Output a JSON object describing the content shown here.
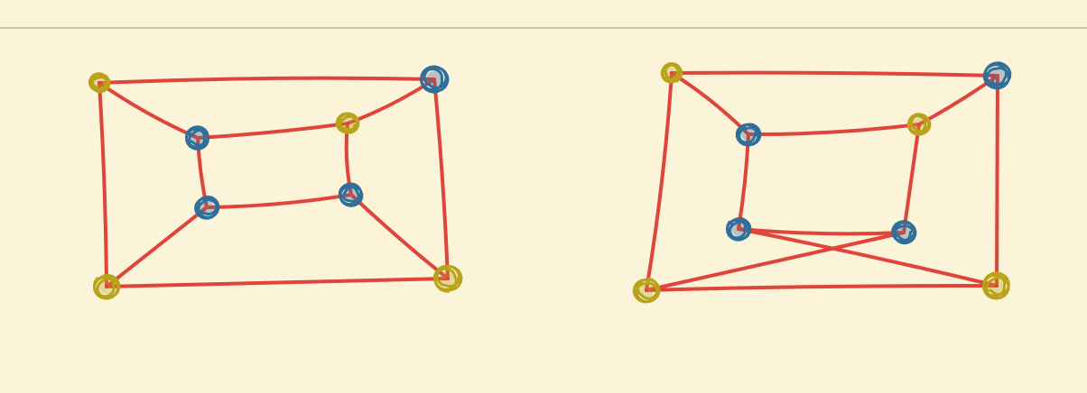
{
  "colors": {
    "background": "#fbf4d8",
    "rule": "#c9c3ae",
    "edge": "#e0443b",
    "node_blue": "#2f6f99",
    "node_gold": "#b8a31b"
  },
  "graphs": [
    {
      "name": "left-graph",
      "nodes": [
        {
          "id": "A",
          "color": "gold"
        },
        {
          "id": "B",
          "color": "blue"
        },
        {
          "id": "C",
          "color": "blue"
        },
        {
          "id": "D",
          "color": "gold"
        },
        {
          "id": "E",
          "color": "blue"
        },
        {
          "id": "F",
          "color": "gold"
        },
        {
          "id": "G",
          "color": "gold"
        },
        {
          "id": "H",
          "color": "blue"
        }
      ],
      "edges": [
        [
          "A",
          "B"
        ],
        [
          "B",
          "G"
        ],
        [
          "G",
          "D"
        ],
        [
          "D",
          "A"
        ],
        [
          "A",
          "C"
        ],
        [
          "B",
          "F"
        ],
        [
          "G",
          "H"
        ],
        [
          "D",
          "E"
        ],
        [
          "C",
          "F"
        ],
        [
          "F",
          "H"
        ],
        [
          "H",
          "E"
        ],
        [
          "E",
          "C"
        ]
      ]
    },
    {
      "name": "right-graph",
      "nodes": [
        {
          "id": "A",
          "color": "gold"
        },
        {
          "id": "B",
          "color": "blue"
        },
        {
          "id": "C",
          "color": "blue"
        },
        {
          "id": "D",
          "color": "gold"
        },
        {
          "id": "E",
          "color": "blue"
        },
        {
          "id": "F",
          "color": "gold"
        },
        {
          "id": "G",
          "color": "gold"
        },
        {
          "id": "H",
          "color": "blue"
        }
      ],
      "edges": [
        [
          "A",
          "B"
        ],
        [
          "B",
          "G"
        ],
        [
          "G",
          "D"
        ],
        [
          "D",
          "A"
        ],
        [
          "A",
          "C"
        ],
        [
          "B",
          "F"
        ],
        [
          "D",
          "E"
        ],
        [
          "G",
          "H"
        ],
        [
          "C",
          "F"
        ],
        [
          "E",
          "H"
        ],
        [
          "C",
          "H"
        ],
        [
          "F",
          "E"
        ]
      ]
    }
  ]
}
